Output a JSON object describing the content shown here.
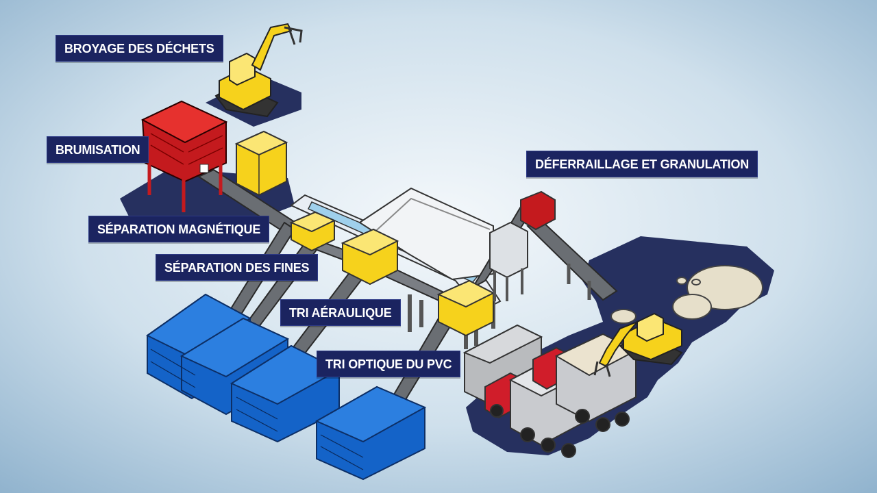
{
  "labels": {
    "broyage": "BROYAGE DES DÉCHETS",
    "brumisation": "BRUMISATION",
    "separation_magnetique": "SÉPARATION MAGNÉTIQUE",
    "separation_fines": "SÉPARATION DES FINES",
    "tri_aeraulique": "TRI AÉRAULIQUE",
    "tri_optique": "TRI OPTIQUE DU PVC",
    "deferraillage": "DÉFERRAILLAGE ET GRANULATION"
  },
  "colors": {
    "background_center": "#f4f8fb",
    "background_edge": "#8fb2cd",
    "label_bg": "#1b2460",
    "ground_pad": "#26305f",
    "conveyor": "#6a6e73",
    "hopper_red": "#c41a1e",
    "machine_yellow": "#f6d21c",
    "bin_blue": "#1463c8",
    "truck_red": "#d01d2a",
    "concrete_grey": "#b9bbbe"
  }
}
